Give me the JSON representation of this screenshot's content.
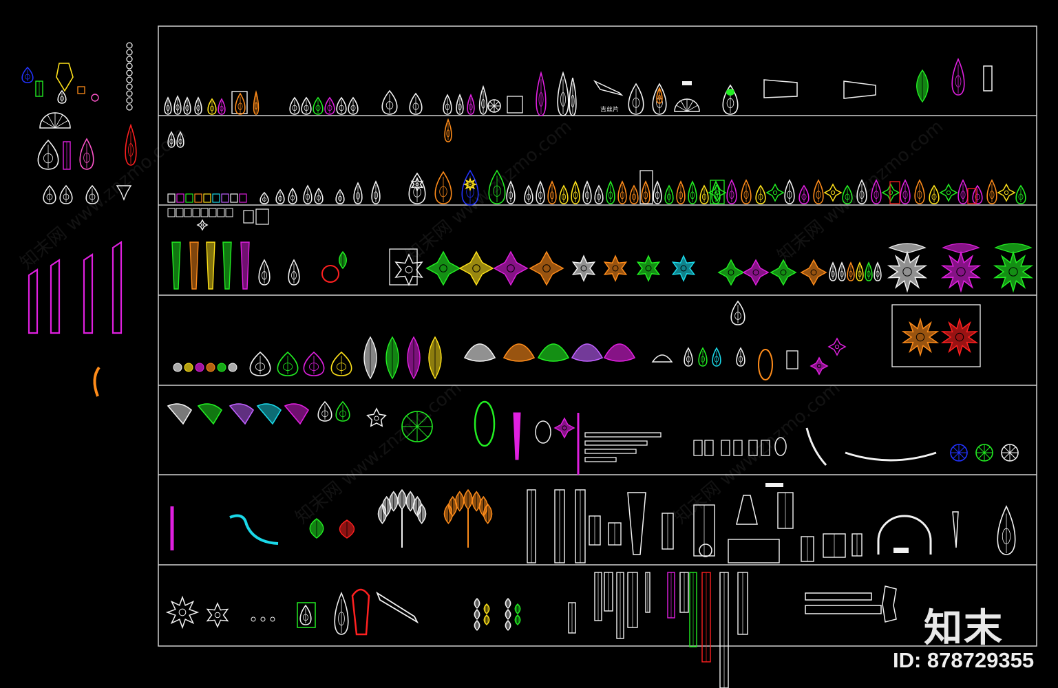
{
  "diagram": {
    "title": "",
    "rows": 7,
    "annotation_small": "吉丝片",
    "colors": {
      "background": "#000000",
      "frame": "#d0d0d0",
      "white": "#f2f2f2",
      "magenta": "#e020e0",
      "green": "#22ee22",
      "orange": "#ff8c1a",
      "yellow": "#ffe21a",
      "cyan": "#1ad8e8",
      "red": "#ff2020",
      "blue": "#2233ff",
      "violet": "#c060ff",
      "pink": "#ff55cc"
    }
  },
  "watermark": {
    "logo": "知末",
    "id_text": "ID: 878729355",
    "site_text": "知末网 www.znzmo.com"
  }
}
